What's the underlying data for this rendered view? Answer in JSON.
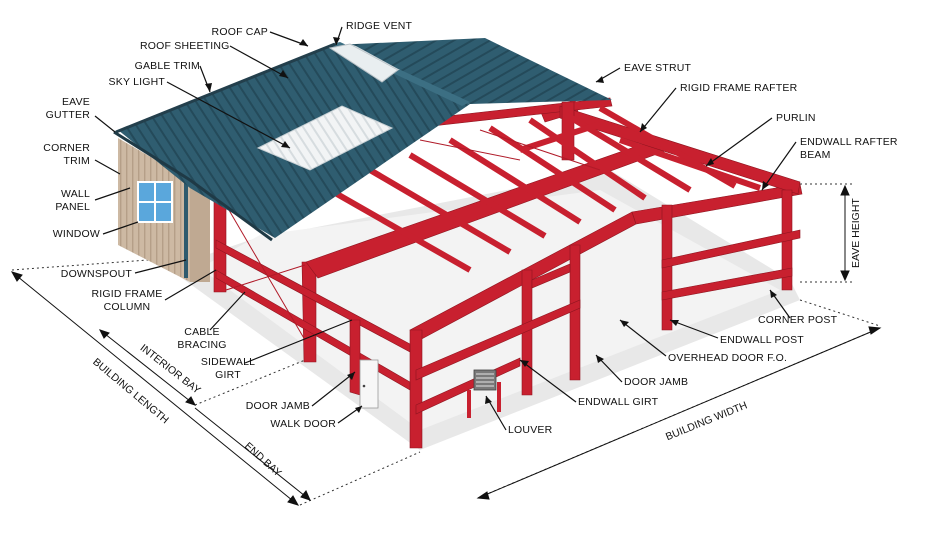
{
  "colors": {
    "roof": "#2e5b6e",
    "roof_rib": "#244b5c",
    "frame": "#c8202f",
    "frame_dark": "#8f1520",
    "wall_panel": "#cdb9a3",
    "floor_shadow": "#e6e6e6",
    "leader": "#111111"
  },
  "labels": {
    "ridge_vent": "RIDGE VENT",
    "roof_cap": "ROOF CAP",
    "roof_sheeting": "ROOF SHEETING",
    "gable_trim": "GABLE TRIM",
    "sky_light": "SKY LIGHT",
    "eave_gutter": [
      "EAVE",
      "GUTTER"
    ],
    "corner_trim": [
      "CORNER",
      "TRIM"
    ],
    "wall_panel": [
      "WALL",
      "PANEL"
    ],
    "window": "WINDOW",
    "downspout": "DOWNSPOUT",
    "rigid_frame_column": [
      "RIGID FRAME",
      "COLUMN"
    ],
    "cable_bracing": [
      "CABLE",
      "BRACING"
    ],
    "sidewall_girt": [
      "SIDEWALL",
      "GIRT"
    ],
    "door_jamb_left": "DOOR JAMB",
    "walk_door": "WALK DOOR",
    "eave_strut": "EAVE STRUT",
    "rigid_frame_rafter": "RIGID FRAME RAFTER",
    "purlin": "PURLIN",
    "endwall_rafter_beam": [
      "ENDWALL RAFTER",
      "BEAM"
    ],
    "eave_height": "EAVE HEIGHT",
    "corner_post": "CORNER POST",
    "endwall_post": "ENDWALL POST",
    "overhead_door_fo": "OVERHEAD DOOR F.O.",
    "door_jamb_right": "DOOR JAMB",
    "endwall_girt": "ENDWALL GIRT",
    "louver": "LOUVER",
    "interior_bay": "INTERIOR BAY",
    "building_length": "BUILDING LENGTH",
    "end_bay": "END BAY",
    "building_width": "BUILDING WIDTH"
  }
}
